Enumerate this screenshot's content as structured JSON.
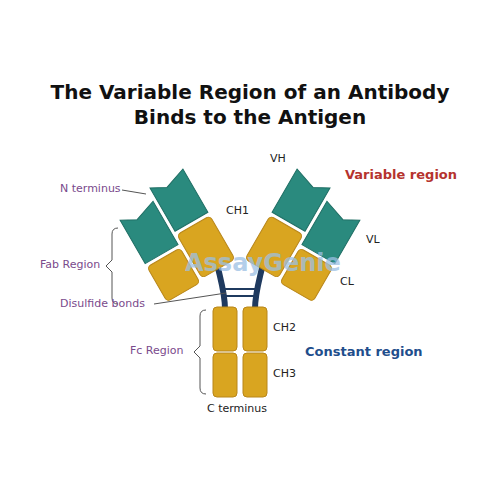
{
  "diagram": {
    "title": "The Variable Region of an Antibody Binds to the Antigen",
    "labels": [
      "N terminus",
      "Fab Region",
      "Disulfide bonds",
      "Fc Region",
      "C terminus",
      "VH",
      "CH1",
      "VL",
      "CL",
      "CH2",
      "CH3",
      "Variable region",
      "Constant region",
      "AssayGenie"
    ]
  }
}
